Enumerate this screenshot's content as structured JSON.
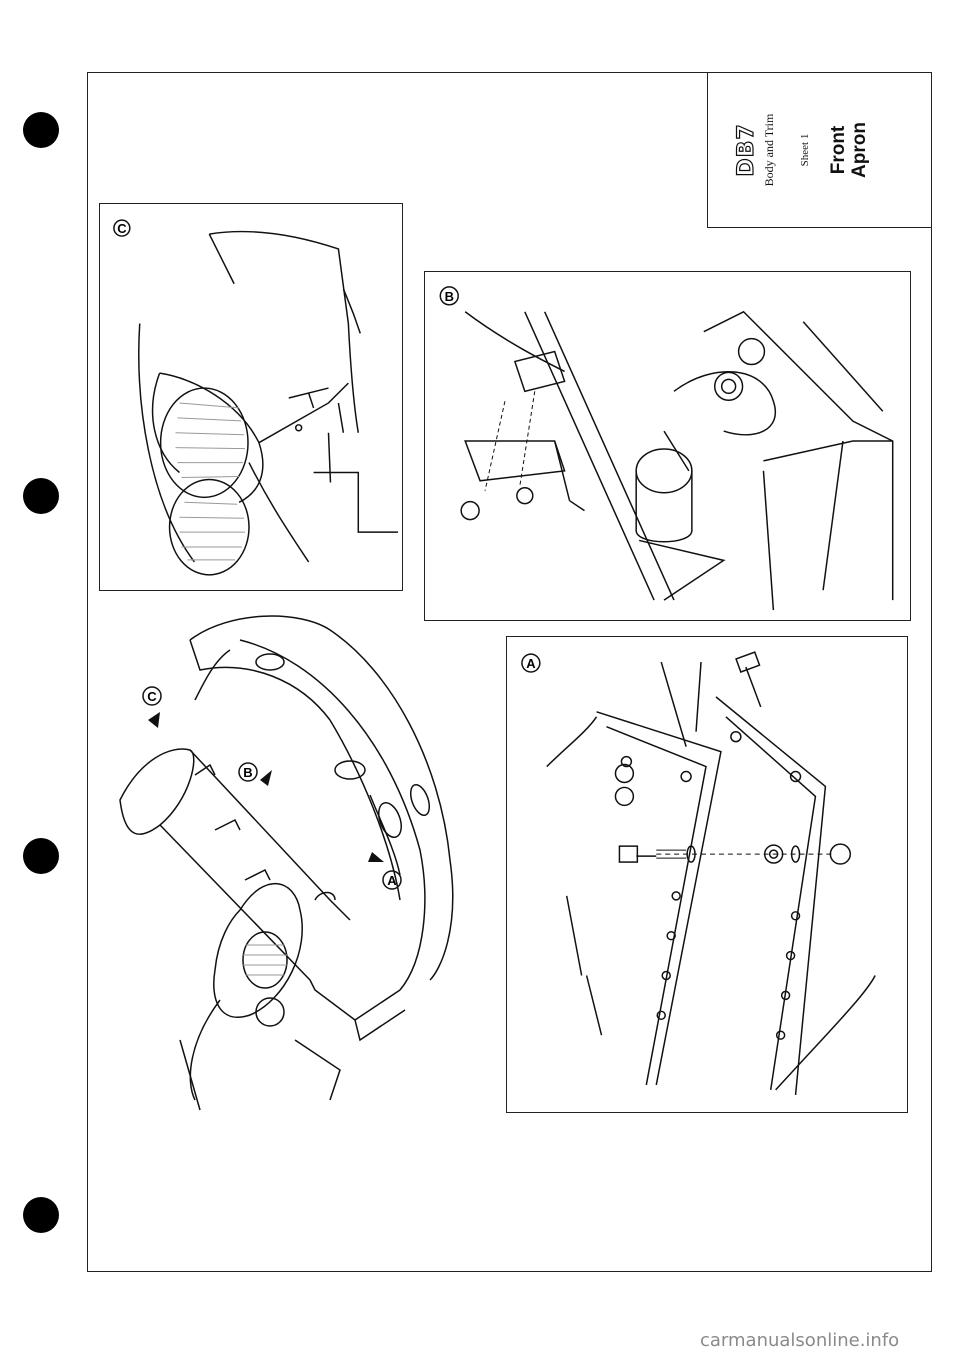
{
  "document": {
    "logo_text": "DB7",
    "section": "Body and Trim",
    "sheet": "Sheet 1",
    "title_line1": "Front",
    "title_line2": "Apron"
  },
  "details": {
    "a": {
      "label": "A"
    },
    "b": {
      "label": "B"
    },
    "c": {
      "label": "C"
    }
  },
  "overview": {
    "callout_a": "A",
    "callout_b": "B",
    "callout_c": "C"
  },
  "footer": {
    "watermark": "carmanualsonline.info"
  }
}
